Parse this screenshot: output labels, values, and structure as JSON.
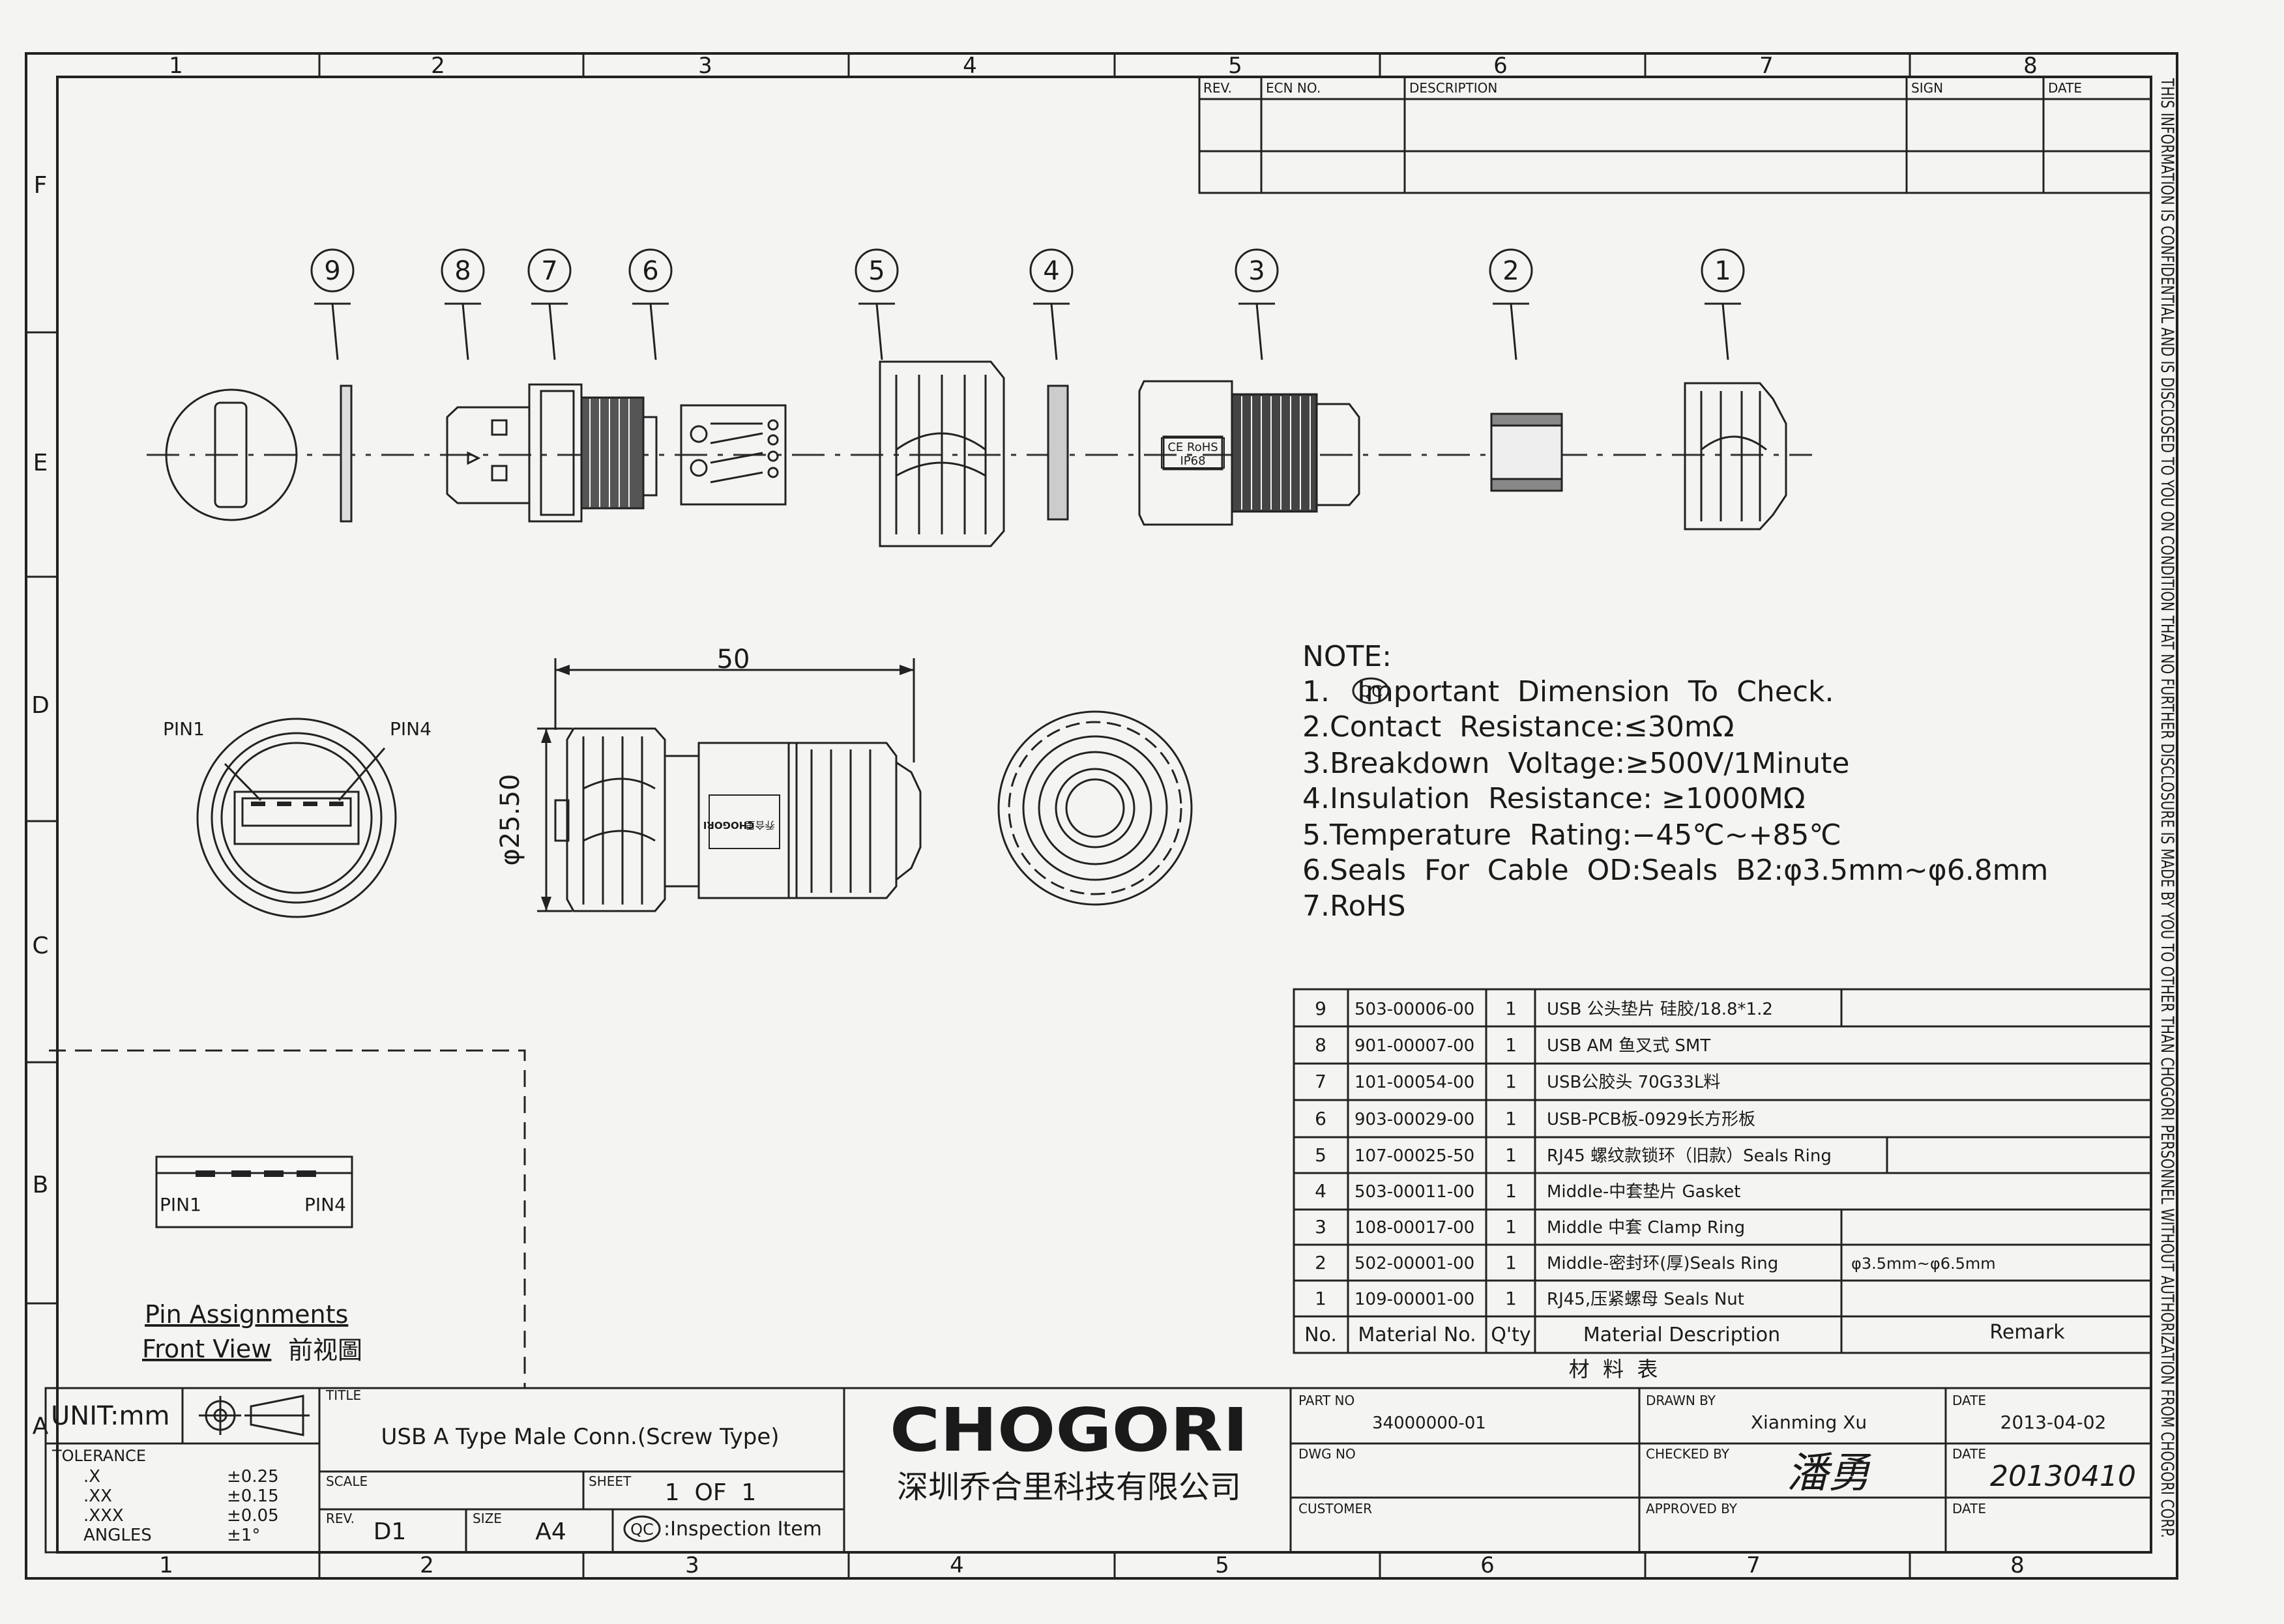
{
  "zones_top": [
    "1",
    "2",
    "3",
    "4",
    "5",
    "6",
    "7",
    "8"
  ],
  "zones_bottom": [
    "1",
    "2",
    "3",
    "4",
    "5",
    "6",
    "7",
    "8"
  ],
  "zones_left": [
    "F",
    "E",
    "D",
    "C",
    "B",
    "A"
  ],
  "revision_block": {
    "rev": "REV.",
    "ecn": "ECN NO.",
    "description": "DESCRIPTION",
    "sign": "SIGN",
    "date": "DATE"
  },
  "confidential_note": "THIS INFORMATION IS CONFIDENTIAL AND IS DISCLOSED TO YOU ON CONDITION THAT NO FURTHER DISCLOSURE IS MADE BY YOU TO OTHER THAN CHOGORI PERSONNEL WITHOUT AUTHORIZATION FROM CHOGORI CORP.",
  "balloons": [
    "9",
    "8",
    "7",
    "6",
    "5",
    "4",
    "3",
    "2",
    "1"
  ],
  "part_labels": {
    "ce_rohs": "CE RoHS",
    "ip": "IP68"
  },
  "front_view": {
    "pin1": "PIN1",
    "pin4": "PIN4"
  },
  "dimensions": {
    "length": "50",
    "diameter": "φ25.50"
  },
  "side_view": {
    "brand_mark": "CHOGORI",
    "brand_cn": "乔合里"
  },
  "notes": {
    "heading": "NOTE:",
    "items": [
      "1.   Important  Dimension  To  Check.",
      "2.Contact  Resistance:≤30mΩ",
      "3.Breakdown  Voltage:≥500V/1Minute",
      "4.Insulation  Resistance: ≥1000MΩ",
      "5.Temperature  Rating:−45℃~+85℃",
      "6.Seals  For  Cable  OD:Seals  B2:φ3.5mm~φ6.8mm",
      "7.RoHS"
    ],
    "qc_symbol": "QC"
  },
  "pin_assignments": {
    "pin1": "PIN1",
    "pin4": "PIN4",
    "line1": "Pin Assignments",
    "line2": "Front View",
    "line2_cn": "前视圖"
  },
  "bom": {
    "headers": {
      "no": "No.",
      "material_no": "Material No.",
      "qty": "Q'ty",
      "description": "Material Description",
      "remark": "Remark"
    },
    "caption": "材  料  表",
    "rows": [
      {
        "no": "9",
        "material_no": "503-00006-00",
        "qty": "1",
        "description": "USB 公头垫片 硅胶/18.8*1.2",
        "remark": ""
      },
      {
        "no": "8",
        "material_no": "901-00007-00",
        "qty": "1",
        "description": "USB AM 鱼叉式 SMT",
        "remark": ""
      },
      {
        "no": "7",
        "material_no": "101-00054-00",
        "qty": "1",
        "description": "USB公胶头 70G33L料",
        "remark": ""
      },
      {
        "no": "6",
        "material_no": "903-00029-00",
        "qty": "1",
        "description": "USB-PCB板-0929长方形板",
        "remark": ""
      },
      {
        "no": "5",
        "material_no": "107-00025-50",
        "qty": "1",
        "description": "RJ45 螺纹款锁环（旧款）Seals Ring",
        "remark": ""
      },
      {
        "no": "4",
        "material_no": "503-00011-00",
        "qty": "1",
        "description": "Middle-中套垫片 Gasket",
        "remark": ""
      },
      {
        "no": "3",
        "material_no": "108-00017-00",
        "qty": "1",
        "description": "Middle 中套 Clamp Ring",
        "remark": ""
      },
      {
        "no": "2",
        "material_no": "502-00001-00",
        "qty": "1",
        "description": "Middle-密封环(厚)Seals Ring",
        "remark": "φ3.5mm~φ6.5mm"
      },
      {
        "no": "1",
        "material_no": "109-00001-00",
        "qty": "1",
        "description": "RJ45,压紧螺母 Seals Nut",
        "remark": ""
      }
    ]
  },
  "title_block": {
    "unit": "UNIT:mm",
    "tolerance_label": "TOLERANCE",
    "tolerances": [
      {
        "k": ".X",
        "v": "±0.25"
      },
      {
        "k": ".XX",
        "v": "±0.15"
      },
      {
        "k": ".XXX",
        "v": "±0.05"
      },
      {
        "k": "ANGLES",
        "v": "±1°"
      }
    ],
    "title_label": "TITLE",
    "title": "USB A Type Male Conn.(Screw Type)",
    "scale_label": "SCALE",
    "sheet_label": "SHEET",
    "sheet": "1  OF  1",
    "rev_label": "REV.",
    "rev": "D1",
    "size_label": "SIZE",
    "size": "A4",
    "qc_note": ":Inspection Item",
    "company": "CHOGORI",
    "company_cn": "深圳乔合里科技有限公司",
    "part_no_label": "PART NO",
    "part_no": "34000000-01",
    "dwg_no_label": "DWG NO",
    "customer_label": "CUSTOMER",
    "drawn_by_label": "DRAWN BY",
    "drawn_by": "Xianming Xu",
    "checked_by_label": "CHECKED BY",
    "checked_by": "潘勇",
    "approved_by_label": "APPROVED BY",
    "date_label": "DATE",
    "date_drawn": "2013-04-02",
    "date_checked": "20130410"
  }
}
